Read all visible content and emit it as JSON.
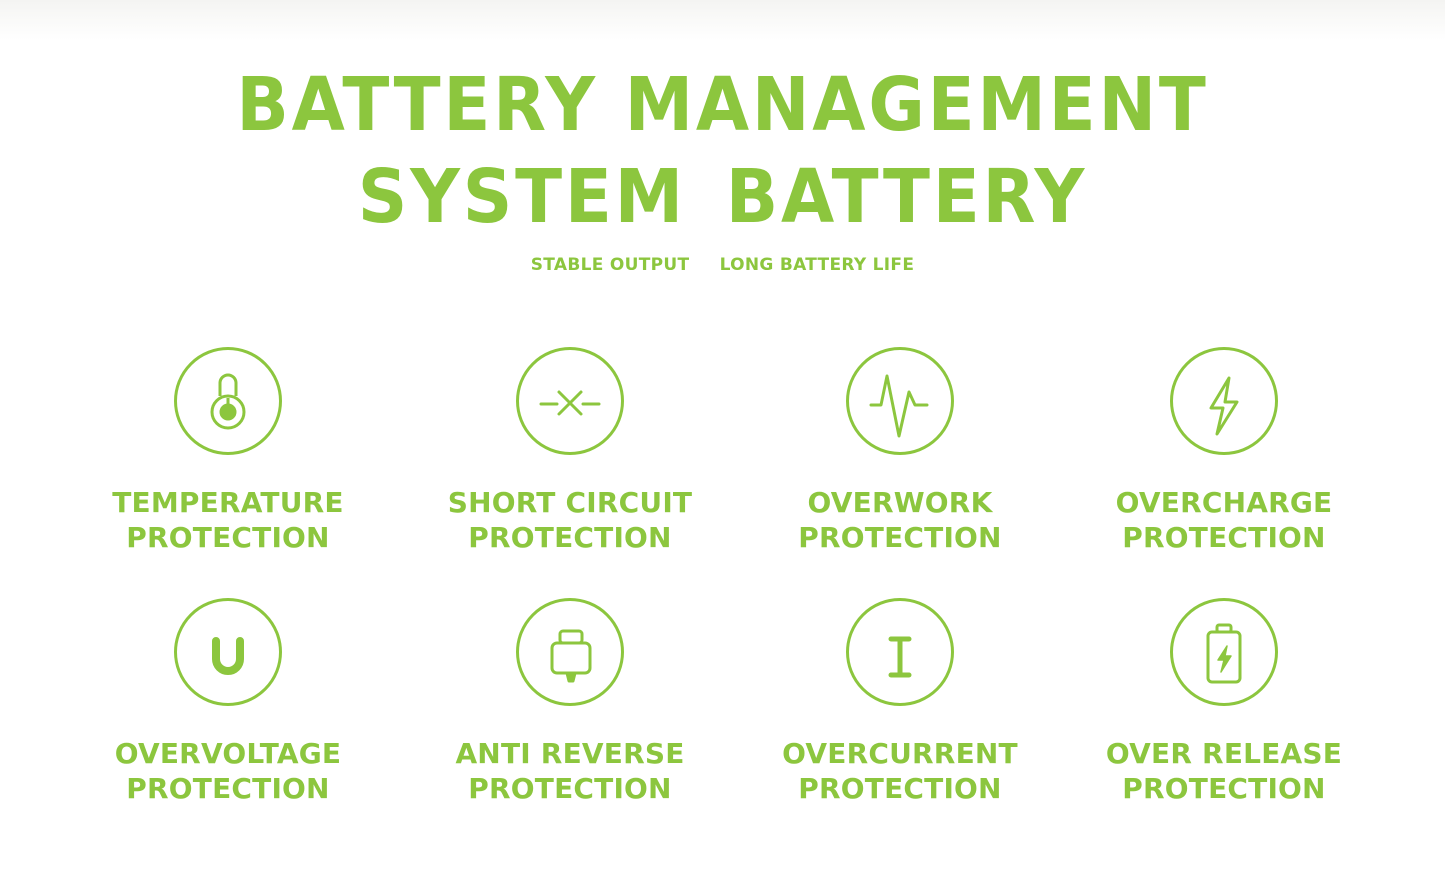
{
  "header": {
    "title_line1": "BATTERY MANAGEMENT",
    "title_line2": "SYSTEM  BATTERY",
    "subtitle": [
      "STABLE OUTPUT",
      "LONG BATTERY LIFE"
    ]
  },
  "theme": {
    "accent": "#8cc63e",
    "background": "#ffffff"
  },
  "features": [
    {
      "icon": "thermometer-icon",
      "line1": "TEMPERATURE",
      "line2": "PROTECTION"
    },
    {
      "icon": "short-circuit-icon",
      "line1": "SHORT CIRCUIT",
      "line2": "PROTECTION"
    },
    {
      "icon": "pulse-icon",
      "line1": "OVERWORK",
      "line2": "PROTECTION"
    },
    {
      "icon": "lightning-bolt-icon",
      "line1": "OVERCHARGE",
      "line2": "PROTECTION"
    },
    {
      "icon": "voltage-u-icon",
      "line1": "OVERVOLTAGE",
      "line2": "PROTECTION"
    },
    {
      "icon": "plug-icon",
      "line1": "ANTI REVERSE",
      "line2": "PROTECTION"
    },
    {
      "icon": "current-i-icon",
      "line1": "OVERCURRENT",
      "line2": "PROTECTION"
    },
    {
      "icon": "battery-charge-icon",
      "line1": "OVER RELEASE",
      "line2": "PROTECTION"
    }
  ]
}
